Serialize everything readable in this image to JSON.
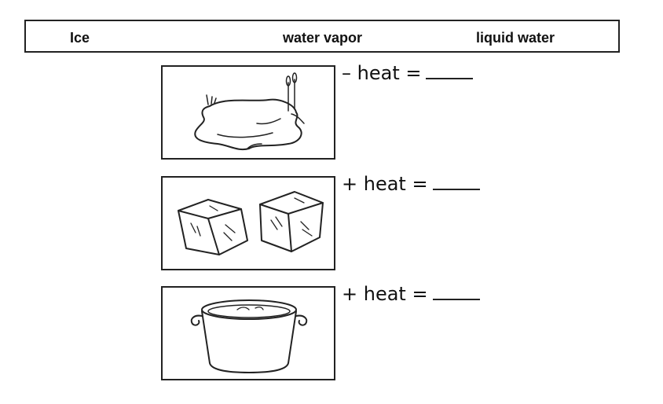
{
  "word_bank": {
    "words": [
      "Ice",
      "water vapor",
      "liquid water"
    ]
  },
  "rows": [
    {
      "picture": "puddle-icon",
      "equation": "– heat ="
    },
    {
      "picture": "ice-cubes-icon",
      "equation": "+ heat ="
    },
    {
      "picture": "pot-icon",
      "equation": "+ heat ="
    }
  ]
}
